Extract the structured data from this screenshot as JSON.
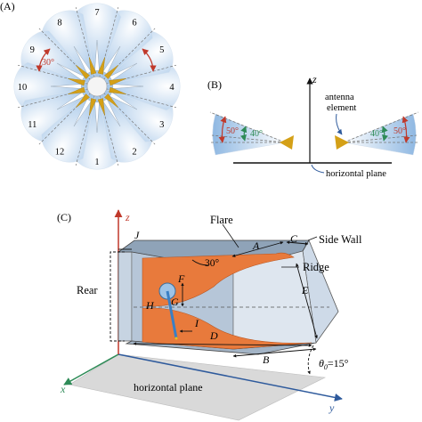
{
  "panels": {
    "a": {
      "label": "(A)"
    },
    "b": {
      "label": "(B)"
    },
    "c": {
      "label": "(C)"
    }
  },
  "panel_a": {
    "sector_numbers": [
      "1",
      "2",
      "3",
      "4",
      "5",
      "6",
      "7",
      "8",
      "9",
      "10",
      "11",
      "12"
    ],
    "angle_label": "30°",
    "colors": {
      "lobe_center": "#ffffff",
      "lobe_edge": "#8fb8e2",
      "ring": "#d4a017",
      "angle": "#c0392b"
    }
  },
  "panel_b": {
    "z_label": "z",
    "angle_left_outer": "50°",
    "angle_left_inner": "40°",
    "angle_right_inner": "40°",
    "angle_right_outer": "50°",
    "antenna_label_line1": "antenna",
    "antenna_label_line2": "element",
    "plane_label": "horizontal plane"
  },
  "panel_c": {
    "z_label": "z",
    "x_label": "x",
    "y_label": "y",
    "flare_label": "Flare",
    "side_wall_label": "Side Wall",
    "ridge_label": "Ridge",
    "rear_label": "Rear",
    "plane_label": "horizontal plane",
    "angle_30": "30°",
    "theta_label": "θ",
    "theta_sub": "0",
    "theta_value": "=15°",
    "dims": {
      "A": "A",
      "B": "B",
      "C": "C",
      "D": "D",
      "E": "E",
      "F": "F",
      "G": "G",
      "H": "H",
      "I": "I",
      "J": "J"
    },
    "colors": {
      "axis_z": "#c0392b",
      "axis_y": "#2e5a9c",
      "axis_x": "#2e8b57",
      "ridge": "#e87a3c",
      "horn": "#b8c9da"
    }
  }
}
